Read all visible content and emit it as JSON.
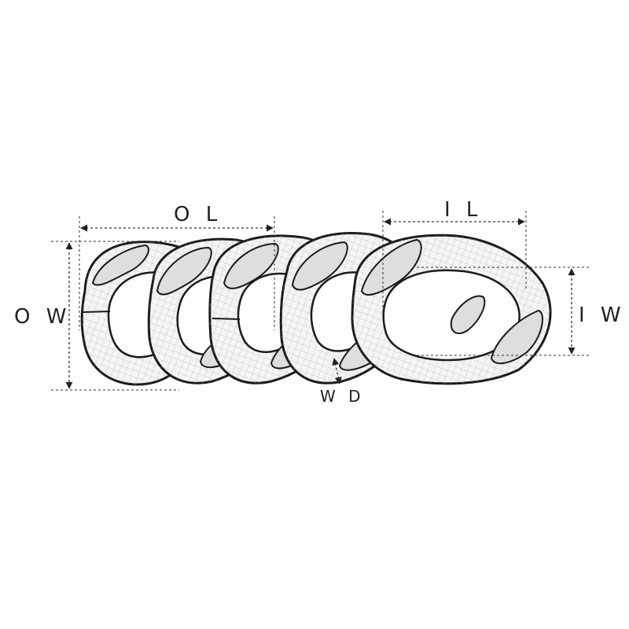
{
  "labels": {
    "outer_length": "O L",
    "inner_length": "I L",
    "outer_width": "O W",
    "inner_width": "I W",
    "wire_diameter": "W D"
  },
  "colors": {
    "line": "#1a1a1a",
    "fill": "#f4f4f4",
    "facet": "#dedede",
    "mesh": "#9a9a9a"
  }
}
